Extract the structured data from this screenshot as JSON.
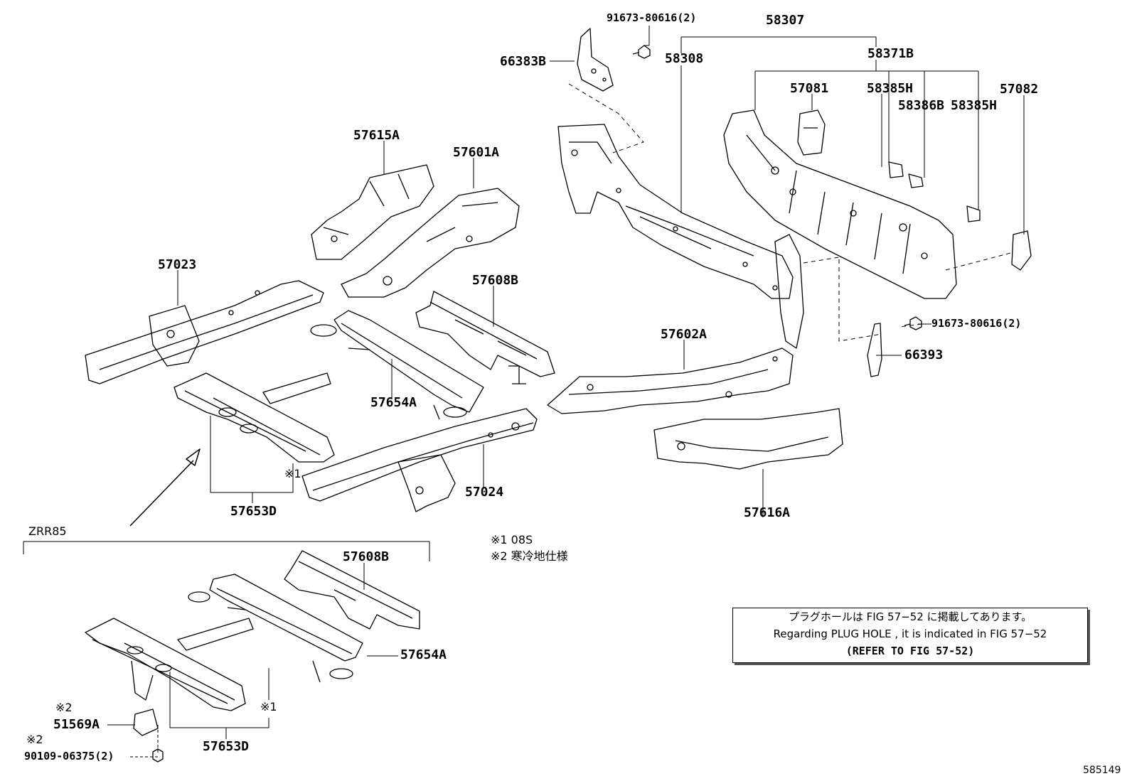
{
  "labels": {
    "p91673_top": "91673-80616(2)",
    "p58307": "58307",
    "p66383B": "66383B",
    "p58308": "58308",
    "p58371B": "58371B",
    "p57081": "57081",
    "p58385H_a": "58385H",
    "p57082": "57082",
    "p58386B": "58386B",
    "p58385H_b": "58385H",
    "p57615A": "57615A",
    "p57601A": "57601A",
    "p57023": "57023",
    "p57608B_top": "57608B",
    "p91673_mid": "91673-80616(2)",
    "p66393": "66393",
    "p57602A": "57602A",
    "p57654A_top": "57654A",
    "p57024": "57024",
    "p57653D_top": "57653D",
    "p57616A": "57616A",
    "ref1_top": "※1",
    "zrr85": "ZRR85",
    "p57608B_bot": "57608B",
    "p57654A_bot": "57654A",
    "ref1_bot": "※1",
    "ref2_a": "※2",
    "p51569A": "51569A",
    "ref2_b": "※2",
    "p90109": "90109-06375(2)",
    "p57653D_bot": "57653D",
    "figure_no": "585149"
  },
  "footnotes": {
    "note1": "※1 08S",
    "note2": "※2 寒冷地仕様"
  },
  "plug_hole_note": {
    "line_ja": "プラグホールは FIG  57−52 に掲載してあります。",
    "line_en": "Regarding  PLUG  HOLE , it is indicated in FIG  57−52",
    "line_ref": "(REFER TO FIG 57-52)"
  }
}
